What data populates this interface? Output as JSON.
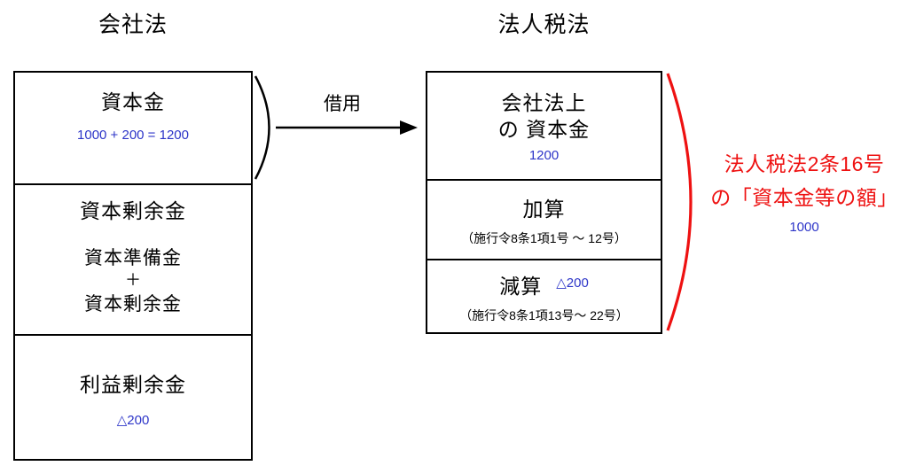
{
  "colors": {
    "blue": "#2d35c8",
    "red": "#ee1111",
    "black": "#000000"
  },
  "left": {
    "title": "会社法",
    "capital": {
      "label": "資本金",
      "value": "1000 + 200 = 1200"
    },
    "surplus": {
      "label": "資本剰余金",
      "component1": "資本準備金",
      "plus": "＋",
      "component2": "資本剰余金"
    },
    "retained": {
      "label": "利益剰余金",
      "value": "△200"
    }
  },
  "arrow": {
    "label": "借用"
  },
  "right": {
    "title": "法人税法",
    "capital": {
      "line1": "会社法上",
      "line2": "の 資本金",
      "value": "1200"
    },
    "addition": {
      "label": "加算",
      "note": "（施行令8条1項1号 ～ 12号）"
    },
    "subtraction": {
      "label": "減算",
      "value": "△200",
      "note": "（施行令8条1項13号～ 22号）"
    }
  },
  "annotation": {
    "line1": "法人税法2条16号",
    "line2": "の「資本金等の額」",
    "value": "1000"
  }
}
